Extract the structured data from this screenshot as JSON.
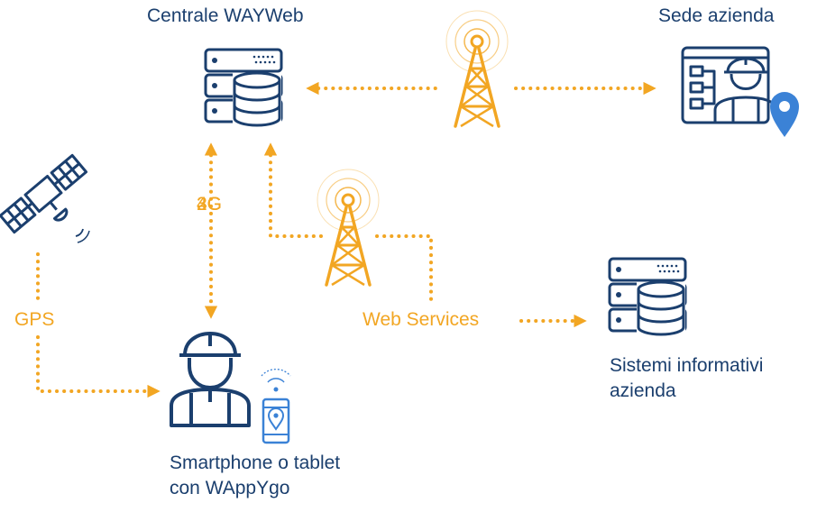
{
  "labels": {
    "centrale": "Centrale WAYWeb",
    "sede": "Sede azienda",
    "sistemi": [
      "Sistemi informativi",
      "azienda"
    ],
    "smartphone": [
      "Smartphone o tablet",
      "con WAppYgo"
    ],
    "gps": "GPS",
    "web_services": "Web Services",
    "networks": [
      "2G",
      "3G",
      "4G"
    ]
  },
  "icons": {
    "central_server": "server-database-icon",
    "company_site": "worker-monitor-icon",
    "location": "location-pin-icon",
    "tower_top": "radio-tower-icon",
    "tower_middle": "radio-tower-icon",
    "satellite": "satellite-icon",
    "worker": "construction-worker-icon",
    "phone": "smartphone-location-icon",
    "enterprise_server": "server-database-icon"
  },
  "colors": {
    "navy": "#1b3f6e",
    "orange": "#f2a623",
    "blue": "#3b82d6"
  }
}
